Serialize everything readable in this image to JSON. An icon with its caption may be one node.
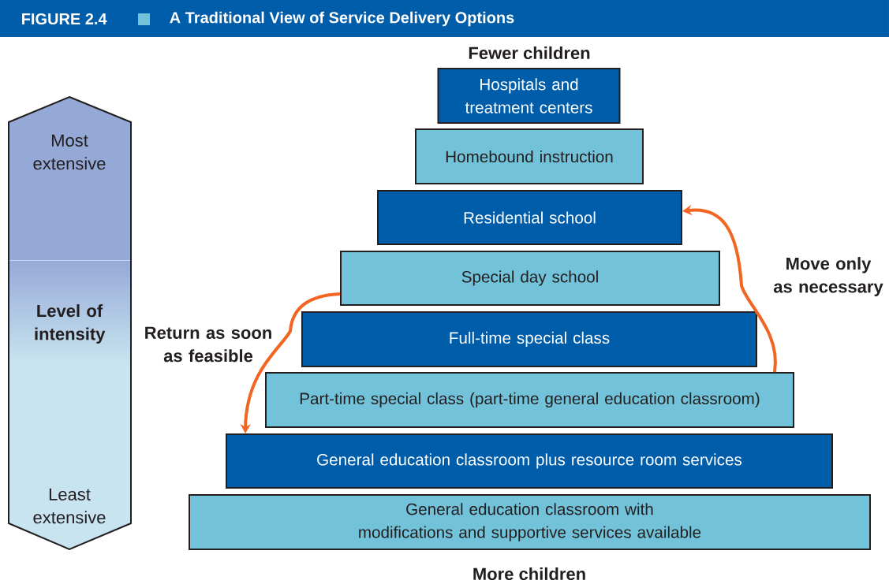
{
  "diagram": {
    "title": "A Traditional View of Service Delivery Options",
    "nodes": [
      {
        "text": [
          "Hospitals and treatment centers"
        ]
      },
      {
        "text": [
          "Homebound instruction"
        ]
      },
      {
        "text": [
          "Residential school"
        ]
      },
      {
        "text": [
          "Special day school"
        ]
      },
      {
        "text": [
          "Full-time special class"
        ]
      },
      {
        "text": [
          "Part-time special class (part-time general education classroom)"
        ]
      },
      {
        "text": [
          "General education classroom plus resource room services"
        ]
      },
      {
        "text": [
          "General education classroom with modifications and supportive services available"
        ]
      },
      {
        "text": [
          "Most extensive",
          "Level of intensity",
          "Least extensive"
        ]
      }
    ],
    "edges": [
      {
        "from": 5,
        "to": 2,
        "arrow": "to",
        "label": "Move only as necessary",
        "color": "#f26522"
      },
      {
        "from": 3,
        "to": 6,
        "arrow": "to",
        "label": "Return as soon as feasible",
        "color": "#f26522"
      }
    ],
    "labels": [
      "FIGURE 2.4",
      "Fewer children",
      "More children"
    ]
  }
}
